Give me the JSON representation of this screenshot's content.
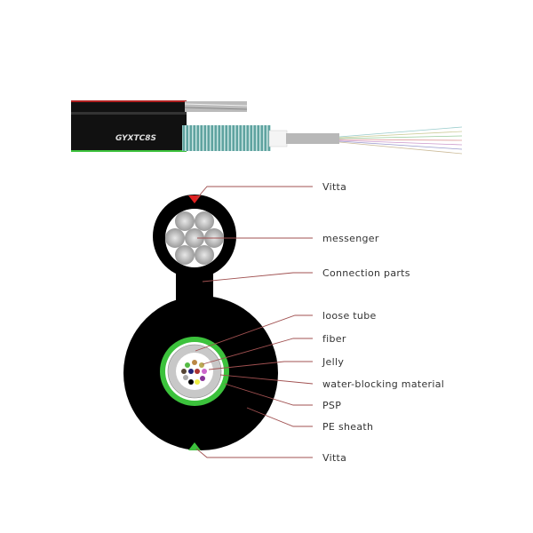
{
  "cable_print": "GYXTC8S",
  "labels": [
    {
      "id": "vitta-top",
      "text": "Vitta"
    },
    {
      "id": "messenger",
      "text": "messenger"
    },
    {
      "id": "connection-parts",
      "text": "Connection parts"
    },
    {
      "id": "loose-tube",
      "text": "loose tube"
    },
    {
      "id": "fiber",
      "text": "fiber"
    },
    {
      "id": "jelly",
      "text": "Jelly"
    },
    {
      "id": "water-blocking-material",
      "text": "water-blocking material"
    },
    {
      "id": "psp",
      "text": "PSP"
    },
    {
      "id": "pe-sheath",
      "text": "PE sheath"
    },
    {
      "id": "vitta-bottom",
      "text": "Vitta"
    }
  ],
  "colors": {
    "sheath": "#000000",
    "psp": "#3cc23c",
    "vitta_top": "#e02020",
    "vitta_bottom": "#3cc23c",
    "leader": "#a05050"
  }
}
